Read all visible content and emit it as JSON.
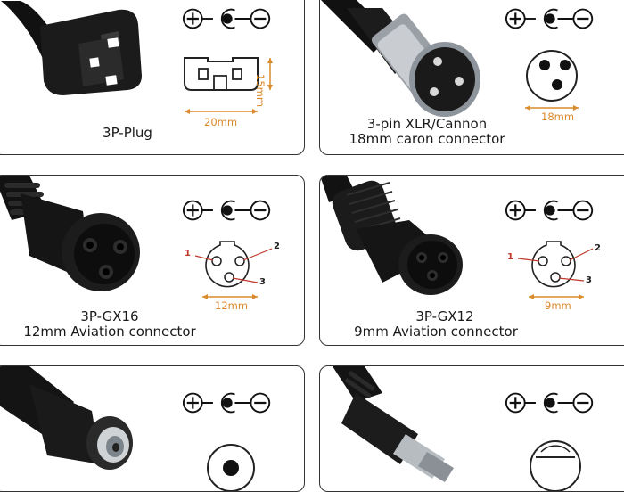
{
  "cards": [
    {
      "id": "3p-plug",
      "lines": [
        "3P-Plug"
      ],
      "dims": {
        "width": "20mm",
        "height": "15mm"
      }
    },
    {
      "id": "xlr",
      "lines": [
        "3-pin XLR/Cannon",
        "18mm caron connector"
      ],
      "dims": {
        "width": "18mm"
      }
    },
    {
      "id": "gx16",
      "lines": [
        "3P-GX16",
        "12mm Aviation connector"
      ],
      "dims": {
        "width": "12mm"
      },
      "pins": [
        "1",
        "2",
        "3"
      ]
    },
    {
      "id": "gx12",
      "lines": [
        "3P-GX12",
        "9mm Aviation connector"
      ],
      "dims": {
        "width": "9mm"
      },
      "pins": [
        "1",
        "2",
        "3"
      ]
    },
    {
      "id": "dc-barrel",
      "lines": []
    },
    {
      "id": "dc-round",
      "lines": []
    }
  ],
  "colors": {
    "dimension": "#d98a2b",
    "pin_one": "#c0392b",
    "outline": "#333333"
  }
}
